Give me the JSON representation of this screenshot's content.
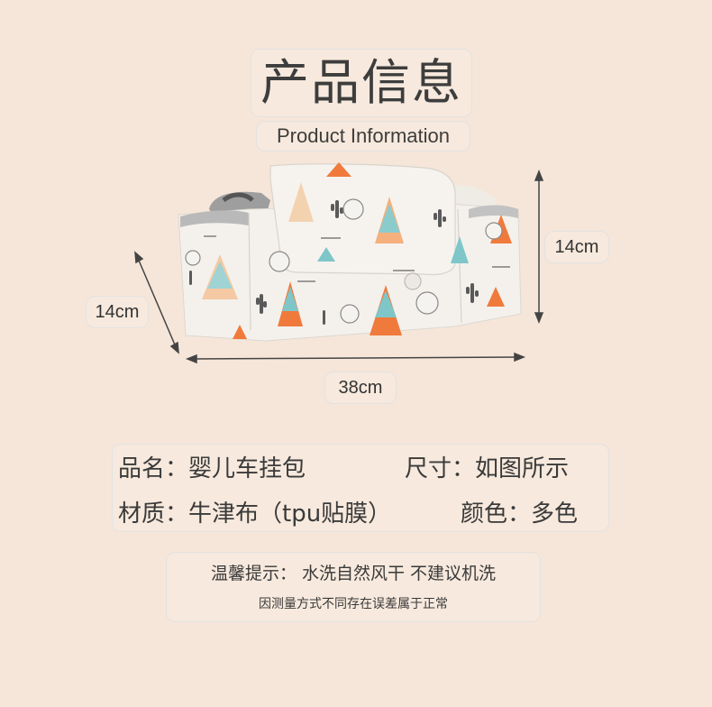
{
  "header": {
    "title": "产品信息",
    "subtitle": "Product Information"
  },
  "dimensions": {
    "height_label": "14cm",
    "depth_label": "14cm",
    "width_label": "38cm"
  },
  "specs": {
    "name": "品名：婴儿车挂包",
    "size": "尺寸：如图所示",
    "material": "材质：牛津布（tpu贴膜）",
    "color": "颜色：多色"
  },
  "tips": {
    "main": "温馨提示： 水洗自然风干 不建议机洗",
    "note": "因测量方式不同存在误差属于正常"
  },
  "colors": {
    "background": "#f6e6d9",
    "bag_fabric": "#f4f1ec",
    "pattern_orange": "#f07a3c",
    "pattern_teal": "#7fc6c9"
  }
}
